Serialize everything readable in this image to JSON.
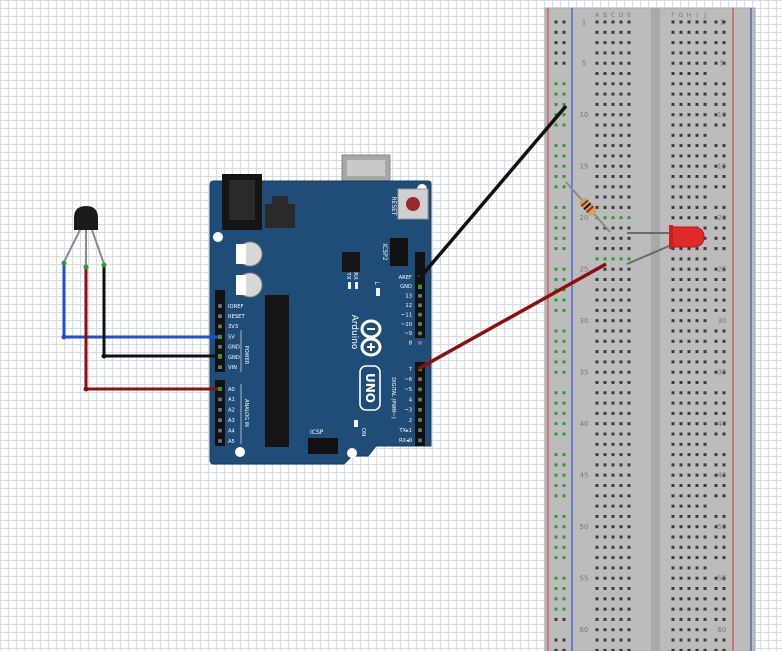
{
  "colors": {
    "board": "#1f4d77",
    "board_edge": "#163a5c",
    "breadboard": "#bfbfbf",
    "rail_red": "#d04a4a",
    "rail_blue": "#3b55c7",
    "wire_black": "#111111",
    "wire_red": "#8b0f0f",
    "wire_blue": "#1f4fd0",
    "led": "#e12b2b",
    "hole_connected": "#2e9b2e"
  },
  "arduino": {
    "reset_label": "RESET",
    "icsp2_label": "ICSP2",
    "tx_label": "TX",
    "rx_label": "RX",
    "l_label": "L",
    "brand": "Arduino",
    "model": "UNO",
    "on_label": "ON",
    "icsp_label": "ICSP",
    "digital_label": "DIGITAL (PWM~)",
    "power_label": "POWER",
    "analog_label": "ANALOG IN",
    "power_pins": [
      "IOREF",
      "RESET",
      "3V3",
      "5V",
      "GND",
      "GND",
      "VIN"
    ],
    "analog_pins": [
      "A0",
      "A1",
      "A2",
      "A3",
      "A4",
      "A5"
    ],
    "digital_top": [
      "AREF",
      "GND",
      "13",
      "12",
      "~11",
      "~10",
      "~9",
      "8"
    ],
    "digital_bottom": [
      "7",
      "~6",
      "~5",
      "4",
      "~3",
      "2",
      "TX▸1",
      "RX◂0"
    ]
  },
  "breadboard": {
    "columns_left": [
      "A",
      "B",
      "C",
      "D",
      "E"
    ],
    "columns_right": [
      "F",
      "G",
      "H",
      "I",
      "J"
    ],
    "row_numbers": [
      "1",
      "5",
      "10",
      "15",
      "20",
      "25",
      "30",
      "35",
      "40",
      "45",
      "50",
      "55",
      "60"
    ]
  }
}
